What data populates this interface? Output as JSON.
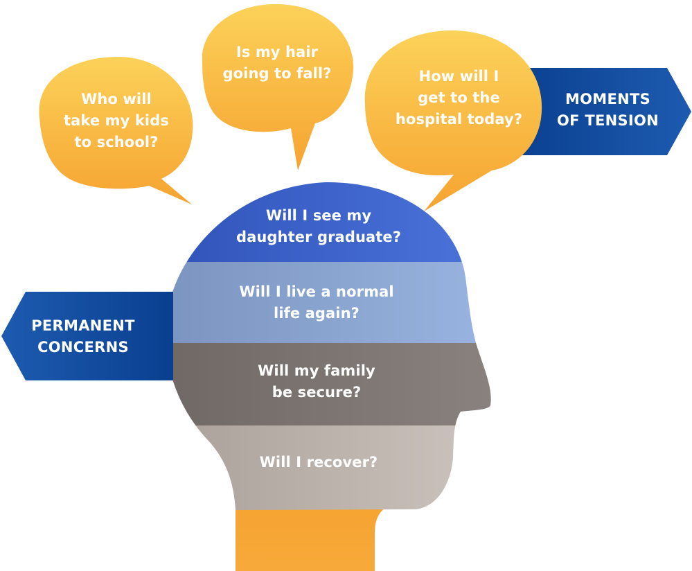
{
  "colors": {
    "bubble_light": "#fcd259",
    "bubble_dark": "#f6a331",
    "banner_light": "#1d5bb0",
    "banner_dark": "#0a3f8f",
    "band_1": "#3f64cf",
    "band_2": "#8faad6",
    "band_3": "#7c7470",
    "band_4": "#bcb2ab",
    "neck": "#f6a331",
    "text": "#ffffff"
  },
  "bubbles": [
    {
      "lines": [
        "Who will",
        "take my kids",
        "to school?"
      ]
    },
    {
      "lines": [
        "Is my hair",
        "going to fall?"
      ]
    },
    {
      "lines": [
        "How will I",
        "get to the",
        "hospital today?"
      ]
    }
  ],
  "banners": {
    "moments": {
      "lines": [
        "MOMENTS",
        "OF TENSION"
      ]
    },
    "permanent": {
      "lines": [
        "PERMANENT",
        "CONCERNS"
      ]
    }
  },
  "head_bands": [
    {
      "lines": [
        "Will I see my",
        "daughter graduate?"
      ]
    },
    {
      "lines": [
        "Will I live a normal",
        "life again?"
      ]
    },
    {
      "lines": [
        "Will my family",
        "be secure?"
      ]
    },
    {
      "lines": [
        "Will I recover?"
      ]
    }
  ]
}
